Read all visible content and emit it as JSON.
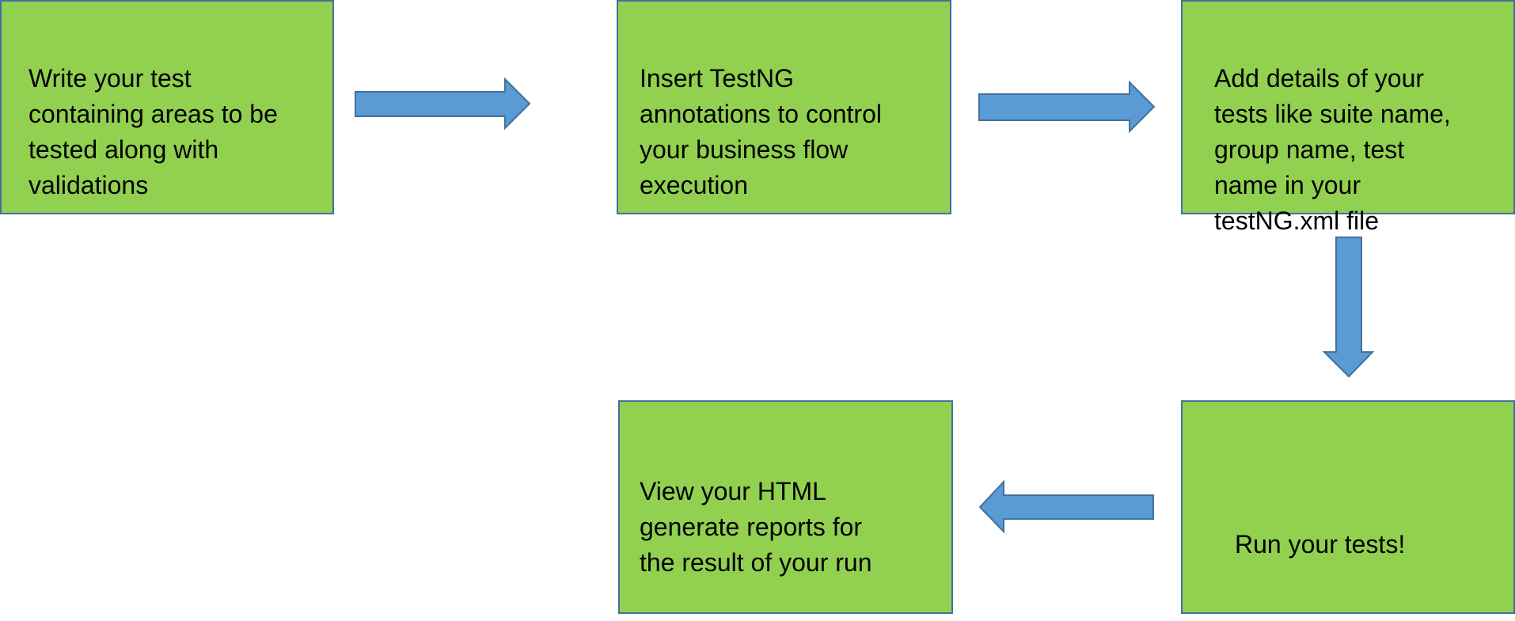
{
  "diagram": {
    "steps": [
      {
        "id": "step1",
        "text": "Write your test\ncontaining areas to be\ntested along with\nvalidations"
      },
      {
        "id": "step2",
        "text": "Insert TestNG\nannotations to control\nyour business flow\nexecution"
      },
      {
        "id": "step3",
        "text": "Add details of your\ntests like suite name,\ngroup name, test\nname in your\ntestNG.xml file"
      },
      {
        "id": "step4",
        "text": "Run your tests!"
      },
      {
        "id": "step5",
        "text": "View your HTML\ngenerate reports for\nthe result of your run"
      }
    ],
    "connections": [
      {
        "from": "step1",
        "to": "step2",
        "direction": "right"
      },
      {
        "from": "step2",
        "to": "step3",
        "direction": "right"
      },
      {
        "from": "step3",
        "to": "step4",
        "direction": "down"
      },
      {
        "from": "step4",
        "to": "step5",
        "direction": "left"
      }
    ],
    "colors": {
      "box_fill": "#92d050",
      "box_border": "#41719c",
      "arrow_fill": "#5b9bd5",
      "arrow_border": "#41719c",
      "text": "#000000"
    }
  }
}
